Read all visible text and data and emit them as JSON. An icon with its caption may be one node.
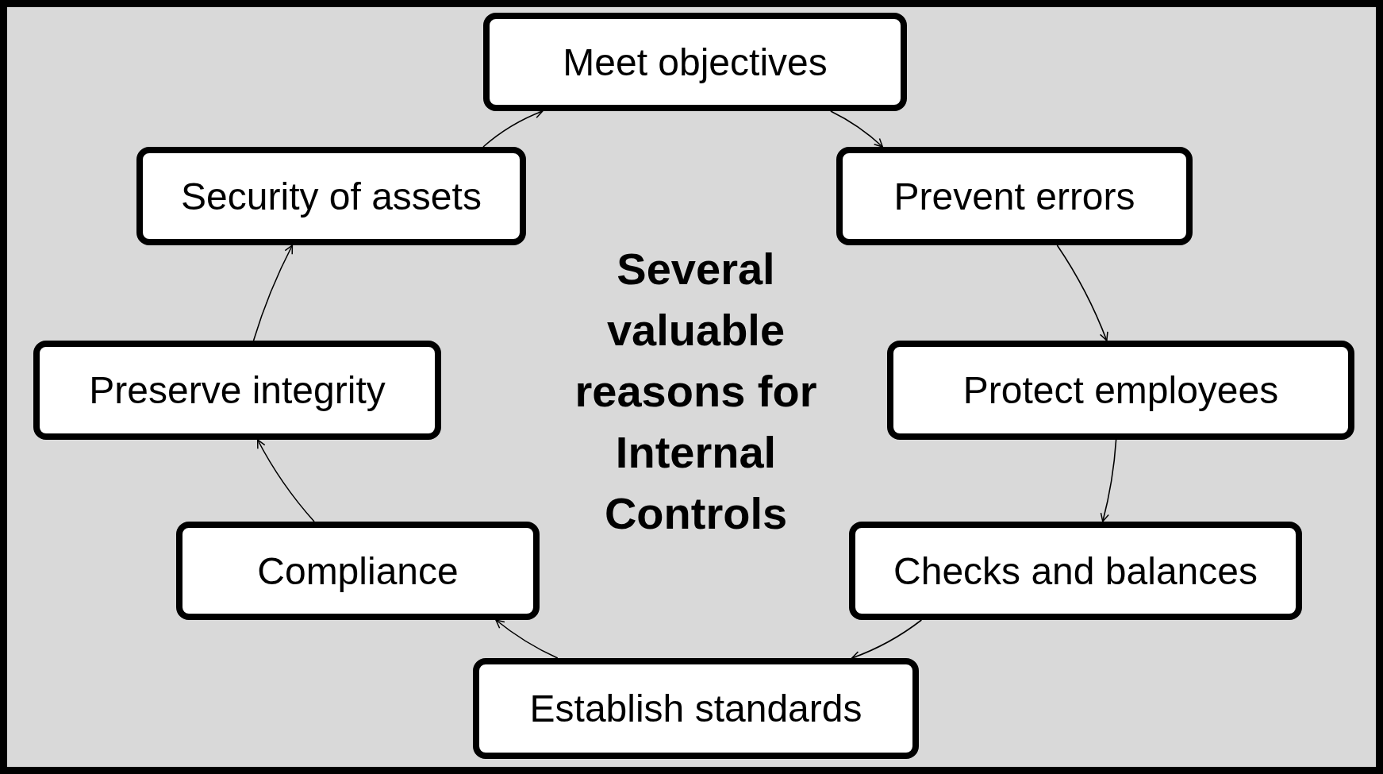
{
  "diagram": {
    "title": "Several valuable reasons for Internal Controls",
    "nodes": [
      {
        "text": [
          "Meet objectives"
        ]
      },
      {
        "text": [
          "Prevent errors"
        ]
      },
      {
        "text": [
          "Protect employees"
        ]
      },
      {
        "text": [
          "Checks and balances"
        ]
      },
      {
        "text": [
          "Establish standards"
        ]
      },
      {
        "text": [
          "Compliance"
        ]
      },
      {
        "text": [
          "Preserve integrity"
        ]
      },
      {
        "text": [
          "Security of assets"
        ]
      }
    ],
    "edges": [
      {
        "from": 7,
        "to": 0,
        "arrow": "to"
      },
      {
        "from": 0,
        "to": 1,
        "arrow": "to"
      },
      {
        "from": 1,
        "to": 2,
        "arrow": "to"
      },
      {
        "from": 2,
        "to": 3,
        "arrow": "to"
      },
      {
        "from": 3,
        "to": 4,
        "arrow": "to"
      },
      {
        "from": 4,
        "to": 5,
        "arrow": "to"
      },
      {
        "from": 5,
        "to": 6,
        "arrow": "to"
      },
      {
        "from": 6,
        "to": 7,
        "arrow": "to"
      }
    ]
  }
}
